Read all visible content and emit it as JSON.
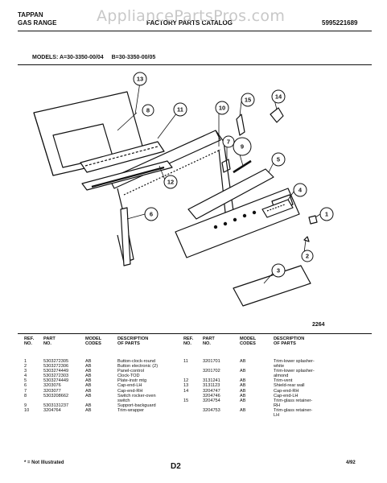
{
  "header": {
    "brand_line1": "TAPPAN",
    "brand_line2": "GAS RANGE",
    "catalog_title": "FACTORY PARTS CATALOG",
    "catalog_number": "5995221689",
    "watermark": "AppliancePartsPros.com"
  },
  "models": {
    "label": "MODELS:",
    "model_a": "A=30-3350-00/04",
    "model_b": "B=30-3350-00/05"
  },
  "diagram": {
    "figure_number": "2264",
    "callouts": [
      "1",
      "2",
      "3",
      "4",
      "5",
      "6",
      "7",
      "8",
      "9",
      "10",
      "11",
      "12",
      "13",
      "14",
      "15"
    ]
  },
  "columns": {
    "ref_no": [
      "REF.",
      "NO."
    ],
    "part_no": [
      "PART",
      "NO."
    ],
    "model_codes": [
      "MODEL",
      "CODES"
    ],
    "description": [
      "DESCRIPTION",
      "OF PARTS"
    ]
  },
  "parts_left": [
    {
      "ref": "1",
      "part": "5303272305",
      "codes": "AB",
      "desc": [
        "Button-clock-round"
      ]
    },
    {
      "ref": "2",
      "part": "5303272306",
      "codes": "AB",
      "desc": [
        "Button electronic (2)"
      ]
    },
    {
      "ref": "3",
      "part": "5303274449",
      "codes": "AB",
      "desc": [
        "Panel-control"
      ]
    },
    {
      "ref": "4",
      "part": "5303272303",
      "codes": "AB",
      "desc": [
        "Clock-TOD"
      ]
    },
    {
      "ref": "5",
      "part": "5303274449",
      "codes": "AB",
      "desc": [
        "Plate-instr mtg"
      ]
    },
    {
      "ref": "6",
      "part": "3203076",
      "codes": "AB",
      "desc": [
        "Cap-end-LH"
      ]
    },
    {
      "ref": "7",
      "part": "3203077",
      "codes": "AB",
      "desc": [
        "Cap-end-RH"
      ]
    },
    {
      "ref": "8",
      "part": "5303208662",
      "codes": "AB",
      "desc": [
        "Switch rocker-oven",
        "switch"
      ]
    },
    {
      "ref": "9",
      "part": "5303131237",
      "codes": "AB",
      "desc": [
        "Support-backguard"
      ]
    },
    {
      "ref": "10",
      "part": "3204764",
      "codes": "AB",
      "desc": [
        "Trim-wrapper"
      ]
    }
  ],
  "parts_right": [
    {
      "ref": "11",
      "part": "3201701",
      "codes": "AB",
      "desc": [
        "Trim-lower splasher-",
        "white"
      ]
    },
    {
      "ref": "",
      "part": "3201702",
      "codes": "AB",
      "desc": [
        "Trim-lower splasher-",
        "almond"
      ]
    },
    {
      "ref": "12",
      "part": "3131241",
      "codes": "AB",
      "desc": [
        "Trim-vent"
      ]
    },
    {
      "ref": "13",
      "part": "3131123",
      "codes": "AB",
      "desc": [
        "Shield-rear wall"
      ]
    },
    {
      "ref": "14",
      "part": "3204747",
      "codes": "AB",
      "desc": [
        "Cap-end-RH"
      ]
    },
    {
      "ref": "",
      "part": "3204746",
      "codes": "AB",
      "desc": [
        "Cap-end-LH"
      ]
    },
    {
      "ref": "15",
      "part": "3204754",
      "codes": "AB",
      "desc": [
        "Trim-glass retainer-",
        "RH"
      ]
    },
    {
      "ref": "",
      "part": "3204753",
      "codes": "AB",
      "desc": [
        "Trim-glass retainer-",
        "LH"
      ]
    }
  ],
  "footer": {
    "note": "* = Not Illustrated",
    "page": "D2",
    "date": "4/92"
  }
}
